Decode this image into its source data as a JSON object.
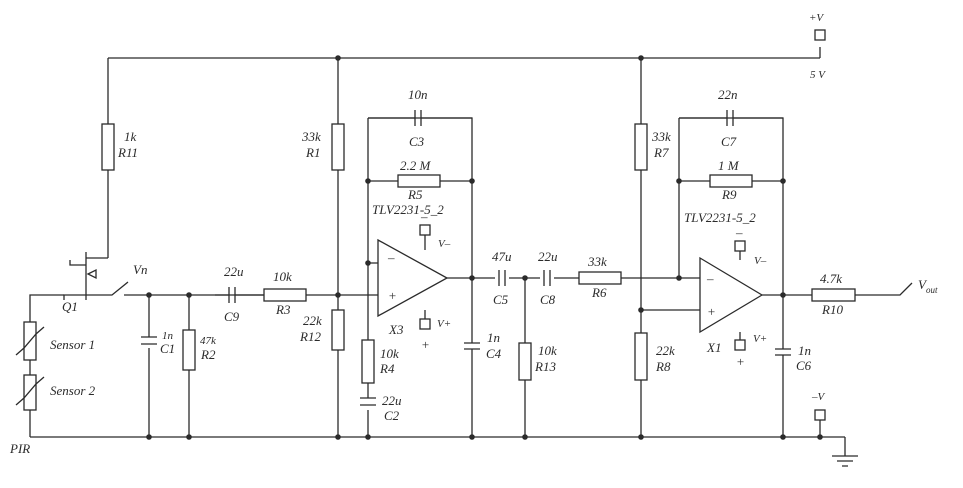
{
  "supply": {
    "vplus_label": "+V",
    "voltage_label": "5 V",
    "vminus_label": "–V"
  },
  "sensor": {
    "pir_label": "PIR",
    "q1_label": "Q1",
    "vn_label": "Vn",
    "sensor1_label": "Sensor 1",
    "sensor2_label": "Sensor 2"
  },
  "components": {
    "r11": {
      "value": "1k",
      "name": "R11"
    },
    "c1": {
      "value": "1n",
      "name": "C1"
    },
    "r2": {
      "value": "47k",
      "name": "R2"
    },
    "c9": {
      "value": "22u",
      "name": "C9"
    },
    "r3": {
      "value": "10k",
      "name": "R3"
    },
    "r1": {
      "value": "33k",
      "name": "R1"
    },
    "r12": {
      "value": "22k",
      "name": "R12"
    },
    "c3": {
      "value": "10n",
      "name": "C3"
    },
    "r5": {
      "value": "2.2 M",
      "name": "R5"
    },
    "x3": {
      "name": "X3",
      "model": "TLV2231-5_2"
    },
    "r4": {
      "value": "10k",
      "name": "R4"
    },
    "c2": {
      "value": "22u",
      "name": "C2"
    },
    "c4": {
      "value": "1n",
      "name": "C4"
    },
    "c5": {
      "value": "47u",
      "name": "C5"
    },
    "c8": {
      "value": "22u",
      "name": "C8"
    },
    "r13": {
      "value": "10k",
      "name": "R13"
    },
    "r6": {
      "value": "33k",
      "name": "R6"
    },
    "r7": {
      "value": "33k",
      "name": "R7"
    },
    "r8": {
      "value": "22k",
      "name": "R8"
    },
    "c7": {
      "value": "22n",
      "name": "C7"
    },
    "r9": {
      "value": "1 M",
      "name": "R9"
    },
    "x1": {
      "name": "X1",
      "model": "TLV2231-5_2"
    },
    "c6": {
      "value": "1n",
      "name": "C6"
    },
    "r10": {
      "value": "4.7k",
      "name": "R10"
    }
  },
  "opamp": {
    "vminus_pin": "V–",
    "vplus_pin": "V+",
    "minus_sign": "–",
    "plus_sign": "+"
  },
  "output": {
    "v_label": "V",
    "v_sub": "out"
  }
}
